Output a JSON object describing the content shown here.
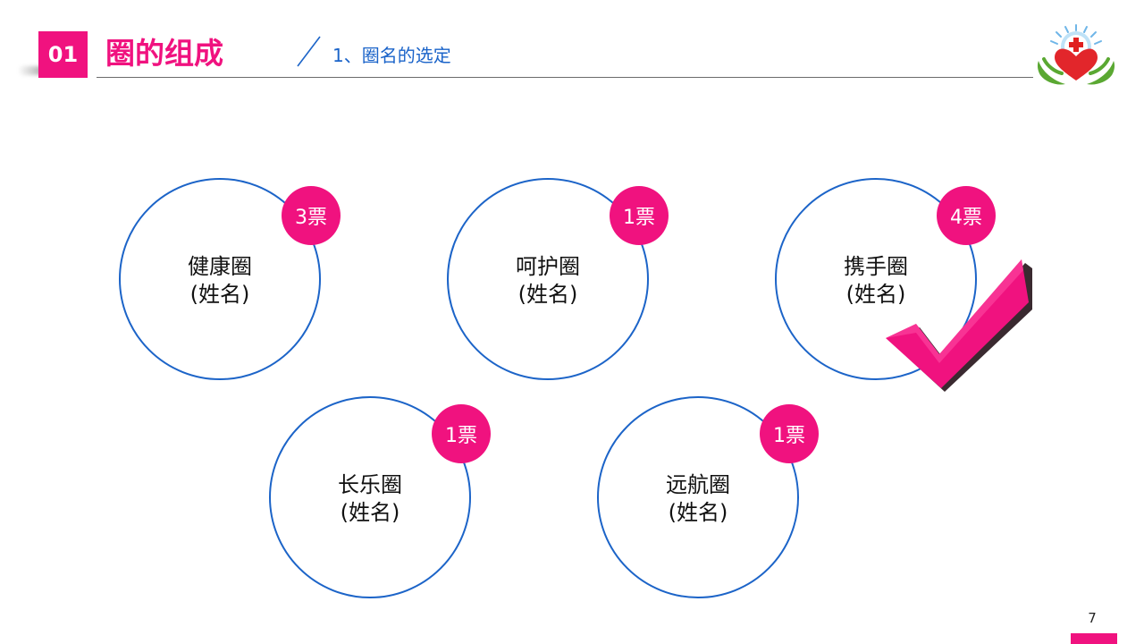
{
  "header": {
    "section_number": "01",
    "section_title": "圈的组成",
    "subtitle": "1、圈名的选定"
  },
  "options": [
    {
      "name": "健康圈",
      "note": "(姓名)",
      "votes": "3票"
    },
    {
      "name": "呵护圈",
      "note": "(姓名)",
      "votes": "1票"
    },
    {
      "name": "携手圈",
      "note": "(姓名)",
      "votes": "4票"
    },
    {
      "name": "长乐圈",
      "note": "(姓名)",
      "votes": "1票"
    },
    {
      "name": "远航圈",
      "note": "(姓名)",
      "votes": "1票"
    }
  ],
  "selected_option": "携手圈",
  "footer": {
    "page_number": "7"
  },
  "icons": {
    "logo": "hospital-hands-heart-logo",
    "check": "check-mark-icon"
  },
  "colors": {
    "accent": "#f0127f",
    "circle_border": "#1c64c8",
    "subtitle": "#1a63c9"
  }
}
